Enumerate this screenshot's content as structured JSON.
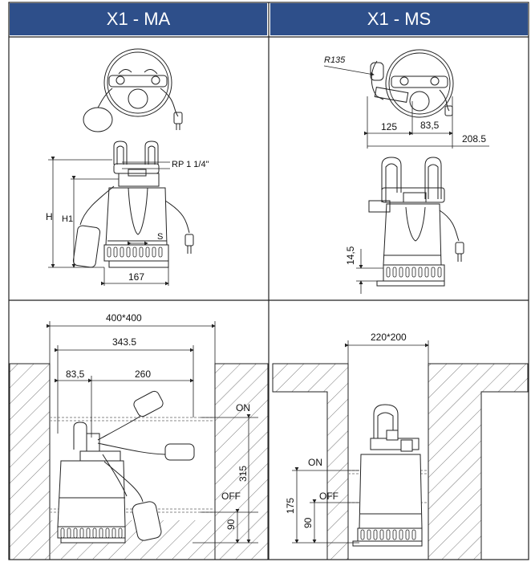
{
  "headers": {
    "left": "X1 - MA",
    "right": "X1 - MS"
  },
  "panel_ma_top": {
    "thread_label": "RP 1 1/4\"",
    "h_label": "H",
    "h1_label": "H1",
    "s_label": "S",
    "width_label": "167"
  },
  "panel_ms_top": {
    "radius_label": "R135",
    "dim_125": "125",
    "dim_83_5": "83,5",
    "dim_208_5": "208.5",
    "dim_14_5": "14,5"
  },
  "panel_ma_bottom": {
    "pit_label": "400*400",
    "inner_label": "343.5",
    "offset_label": "83,5",
    "spacing_label": "260",
    "on_label": "ON",
    "off_label": "OFF",
    "on_level": "315",
    "off_level": "90"
  },
  "panel_ms_bottom": {
    "pit_label": "220*200",
    "on_label": "ON",
    "off_label": "OFF",
    "on_level": "175",
    "off_level": "90"
  },
  "colors": {
    "header_bg": "#2e4f8a",
    "header_text": "#ffffff",
    "line": "#222222"
  }
}
